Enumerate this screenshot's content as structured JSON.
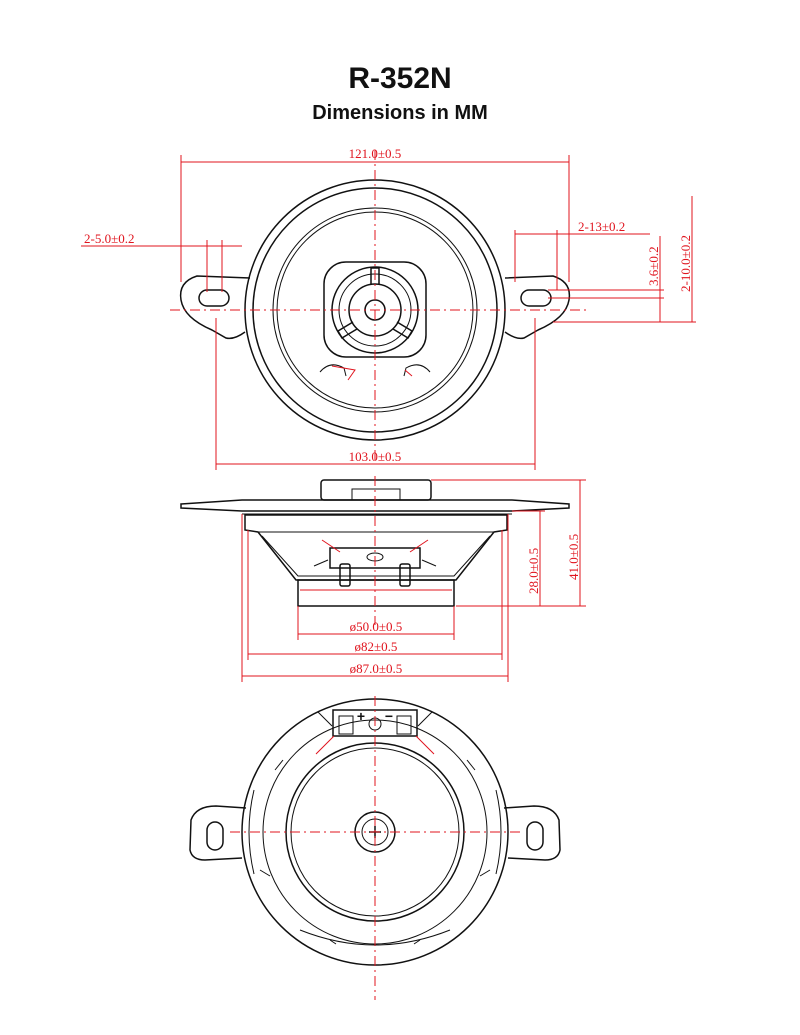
{
  "header": {
    "model": "R-352N",
    "subtitle": "Dimensions in MM"
  },
  "front_view": {
    "overall_width": "121.0±0.5",
    "hole_size": "2-5.0±0.2",
    "tab_width": "2-13±0.2",
    "hole_offset": "3.6±0.2",
    "tab_height": "2-10.0±0.2",
    "mount_width": "103.0±0.5"
  },
  "side_view": {
    "magnet_dia": "ø50.0±0.5",
    "basket_dia": "ø82±0.5",
    "frame_dia": "ø87.0±0.5",
    "basket_depth": "28.0±0.5",
    "total_depth": "41.0±0.5"
  },
  "terminals": {
    "plus": "+",
    "minus": "−"
  },
  "colors": {
    "outline": "#111111",
    "dimension": "#e0141e"
  }
}
